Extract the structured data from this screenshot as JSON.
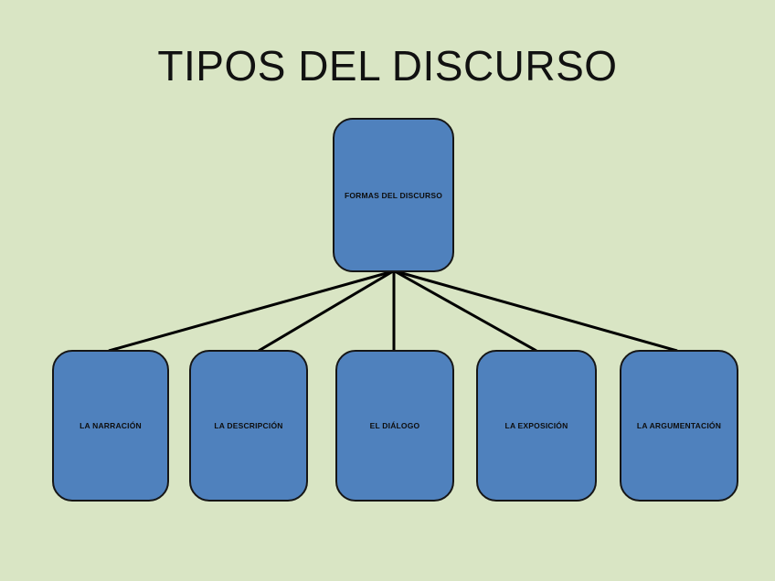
{
  "title": "TIPOS DEL DISCURSO",
  "diagram": {
    "type": "hierarchy",
    "root": {
      "label": "FORMAS DEL DISCURSO"
    },
    "children": [
      {
        "label": "LA NARRACIÓN"
      },
      {
        "label": "LA DESCRIPCIÓN"
      },
      {
        "label": "EL DIÁLOGO"
      },
      {
        "label": "LA EXPOSICIÓN"
      },
      {
        "label": "LA ARGUMENTACIÓN"
      }
    ],
    "edges": [
      {
        "from": "FORMAS DEL DISCURSO",
        "to": "LA NARRACIÓN"
      },
      {
        "from": "FORMAS DEL DISCURSO",
        "to": "LA DESCRIPCIÓN"
      },
      {
        "from": "FORMAS DEL DISCURSO",
        "to": "EL DIÁLOGO"
      },
      {
        "from": "FORMAS DEL DISCURSO",
        "to": "LA EXPOSICIÓN"
      },
      {
        "from": "FORMAS DEL DISCURSO",
        "to": "LA ARGUMENTACIÓN"
      }
    ]
  },
  "colors": {
    "background": "#d9e5c4",
    "node_fill": "#4f81bd",
    "node_border": "#161616",
    "connector": "#000000",
    "title_text": "#111111",
    "node_text": "#0d0d0d"
  }
}
